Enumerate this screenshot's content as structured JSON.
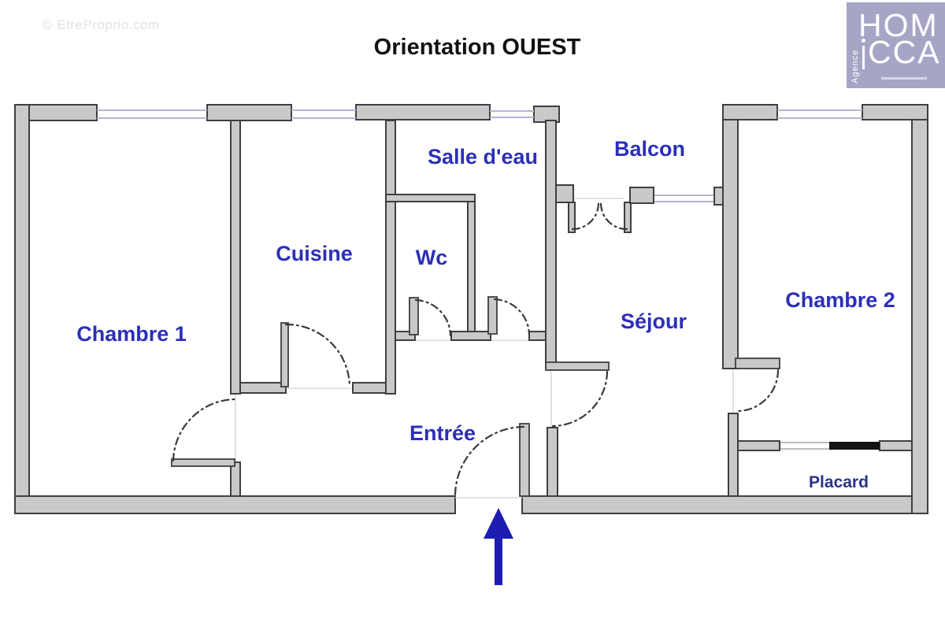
{
  "title": "Orientation OUEST",
  "watermark": "© EtreProprio.com",
  "logo": {
    "line1": "HOM",
    "line2": "CCA",
    "side_text": "Agence",
    "bg_color": "#a7a5c6",
    "text_color": "#ffffff"
  },
  "diagram": {
    "type": "floor-plan",
    "orientation": "OUEST"
  },
  "rooms": {
    "chambre1": "Chambre 1",
    "cuisine": "Cuisine",
    "wc": "Wc",
    "salle_deau": "Salle d'eau",
    "balcon": "Balcon",
    "sejour": "Séjour",
    "chambre2": "Chambre 2",
    "entree": "Entrée",
    "placard": "Placard"
  },
  "colors": {
    "label_blue": "#2b2fb8",
    "placard_label_blue": "#293287",
    "wall_fill": "#c9c9c9",
    "wall_stroke": "#3f3f3f",
    "window_line": "#b5b5d6",
    "arrow_blue": "#1d1db2",
    "placard_door_black": "#141414",
    "logo_background": "#a7a5c6"
  }
}
